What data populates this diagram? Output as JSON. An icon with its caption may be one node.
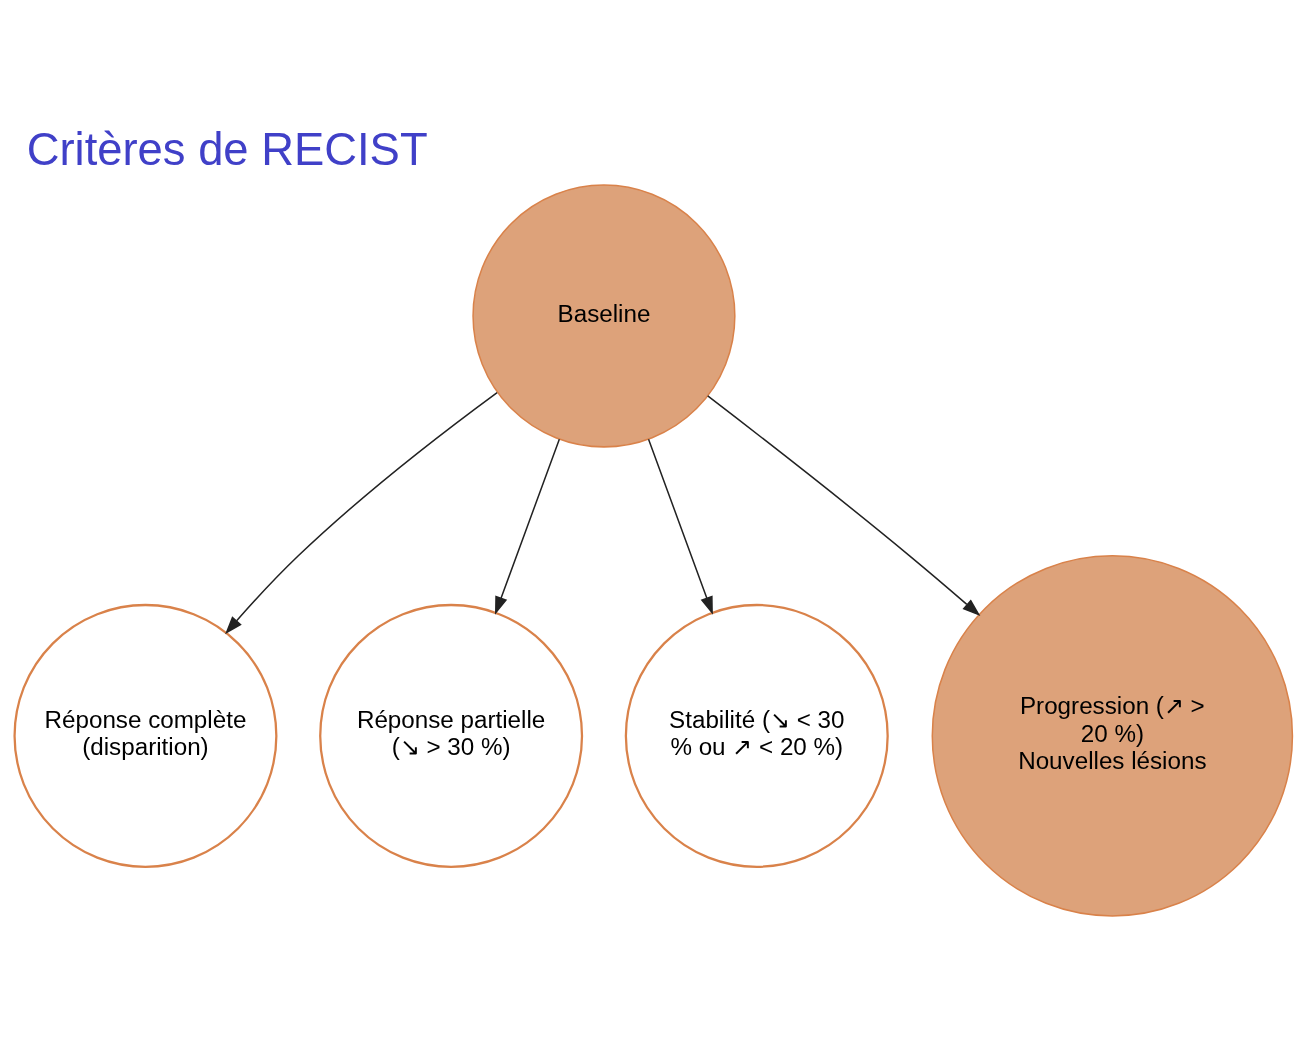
{
  "diagram": {
    "title": "Critères de RECIST",
    "nodes": [
      {
        "text": [
          "Baseline"
        ]
      },
      {
        "text": [
          "Réponse complète (disparition)"
        ]
      },
      {
        "text": [
          "Réponse partielle (↘ > 30 %)"
        ]
      },
      {
        "text": [
          "Stabilité (↘ < 30 % ou ↗ < 20 %)"
        ]
      },
      {
        "text": [
          "Progression (↗ > 20 %)",
          "Nouvelles lésions"
        ]
      }
    ],
    "edges": [
      {
        "from": 0,
        "to": 1,
        "arrow": "to"
      },
      {
        "from": 0,
        "to": 2,
        "arrow": "to"
      },
      {
        "from": 0,
        "to": 3,
        "arrow": "to"
      },
      {
        "from": 0,
        "to": 4,
        "arrow": "to"
      }
    ]
  }
}
